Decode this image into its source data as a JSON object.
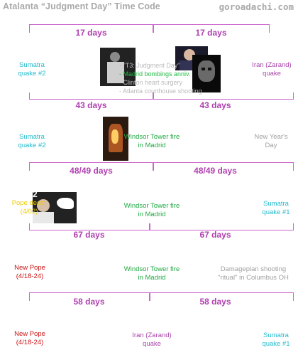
{
  "header": {
    "title": "Atalanta “Judgment Day” Time Code",
    "site": "goroadachi.com"
  },
  "rows": [
    {
      "left_span": "17 days",
      "right_span": "17 days"
    },
    {
      "left_span": "43 days",
      "right_span": "43 days"
    },
    {
      "left_span": "48/49 days",
      "right_span": "48/49 days"
    },
    {
      "left_span": "67 days",
      "right_span": "67 days"
    },
    {
      "left_span": "58 days",
      "right_span": "58 days"
    }
  ],
  "events": {
    "r1_left": "Sumatra quake #2",
    "r1_right": "Iran (Zarand) quake",
    "r1_list": [
      "\"T3: Judgment Day\"",
      "Madrid bombings anniv.",
      "Clinton heart surgery",
      "Atlanta courthouse shooting"
    ],
    "r2_left": "Sumatra quake #2",
    "r2_mid": "Windsor Tower fire in Madrid",
    "r2_right": "New Year's Day",
    "r3_left": "Pope death (4/02)",
    "r3_badge": "2",
    "r3_mid": "Windsor Tower fire in Madrid",
    "r3_right": "Sumatra quake #1",
    "r4_left": "New Pope (4/18-24)",
    "r4_mid": "Windsor Tower fire in Madrid",
    "r4_right": "Damageplan shooting \"ritual\" in Columbus OH",
    "r5_left": "New Pope (4/18-24)",
    "r5_mid": "Iran (Zarand) quake",
    "r5_right": "Sumatra quake #1"
  },
  "colors": {
    "bracket": "#cc66cc",
    "span_text": "#b040b0",
    "cyan": "#22bbcc",
    "green": "#22aa44",
    "red": "#cc1111"
  }
}
